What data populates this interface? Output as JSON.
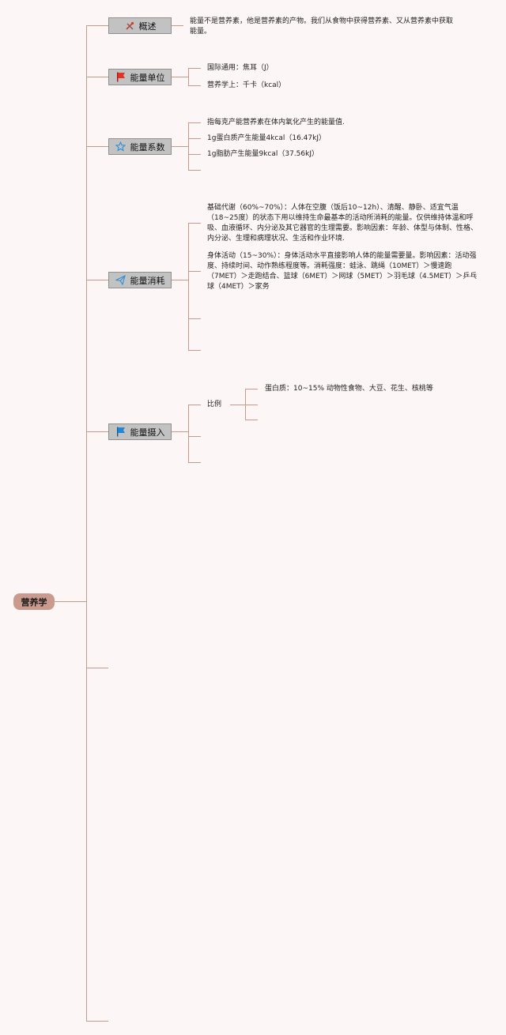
{
  "root": {
    "label": "营养学"
  },
  "topics": [
    {
      "id": "overview",
      "label": "概述",
      "icon": "tools-icon",
      "children": [
        "能量不是营养素，他是营养素的产物。我们从食物中获得营养素、又从营养素中获取能量。"
      ]
    },
    {
      "id": "unit",
      "label": "能量单位",
      "icon": "red-flag-icon",
      "children": [
        "国际通用：焦耳（J）",
        "营养学上：千卡（kcal）"
      ]
    },
    {
      "id": "coefficient",
      "label": "能量系数",
      "icon": "star-icon",
      "children": [
        "指每克产能营养素在体内氧化产生的能量值.",
        "1g蛋白质产生能量4kcal（16.47kJ）",
        "1g脂肪产生能量9kcal（37.56kJ）"
      ]
    },
    {
      "id": "consumption",
      "label": "能量消耗",
      "icon": "paper-plane-icon",
      "children": [
        "基础代谢（60%~70%）：人体在空腹（饭后10~12h）、清醒、静卧、适宜气温（18~25度）的状态下用以维持生命最基本的活动所消耗的能量。仅供维持体温和呼吸、血液循环、内分泌及其它器官的生理需要。影响因素：年龄、体型与体制、性格、内分泌、生理和病理状况、生活和作业环境.",
        "身体活动（15~30%）：身体活动水平直接影响人体的能量需要量。影响因素：活动强度、持续时间、动作熟练程度等。消耗强度：蛙泳、跳绳（10MET）＞慢速跑（7MET）＞走跑结合、篮球（6MET）＞网球（5MET）＞羽毛球（4.5MET）＞乒乓球（4MET）＞家务"
      ]
    },
    {
      "id": "intake",
      "label": "能量摄入",
      "icon": "blue-flag-icon",
      "children": [
        {
          "label": "比例",
          "children": [
            "蛋白质：10~15% 动物性食物、大豆、花生、核桃等"
          ]
        }
      ]
    }
  ],
  "colors": {
    "line": "#c49a8a",
    "root": "#c99a8d",
    "topic": "#c2c2c2",
    "red_flag": "#e53222",
    "blue_flag": "#1f86d8",
    "star": "#2f8fd8",
    "tools": "#d23a2a"
  }
}
